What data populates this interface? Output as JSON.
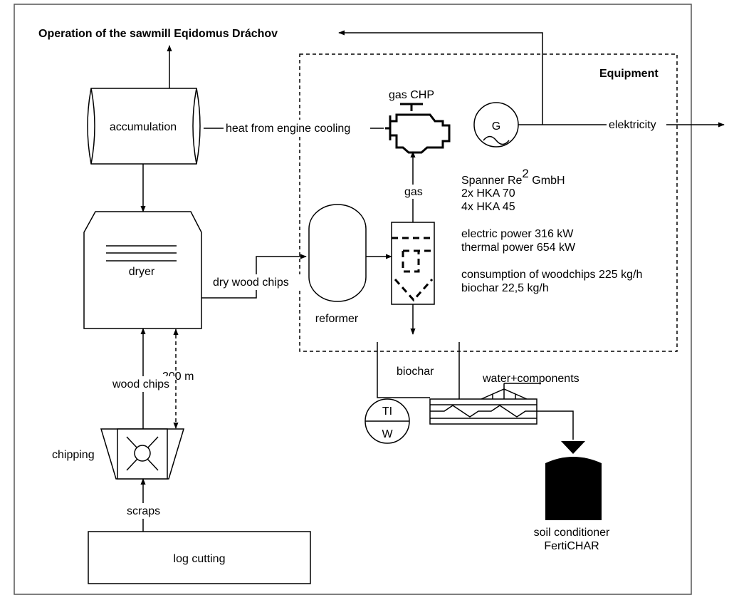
{
  "title": "Operation of the sawmill Eqidomus Dráchov",
  "equipment": {
    "label": "Equipment",
    "chp_label": "gas CHP",
    "generator_symbol": "G",
    "specs": {
      "supplier_prefix": "Spanner Re",
      "supplier_sup": "2",
      "supplier_suffix": " GmbH",
      "line2": "2x HKA 70",
      "line3": "4x HKA 45",
      "electric": "electric power 316 kW",
      "thermal": "thermal power 654 kW",
      "consumption": "consumption of woodchips 225 kg/h",
      "biochar": "biochar 22,5 kg/h"
    }
  },
  "nodes": {
    "accumulation": "accumulation",
    "dryer": "dryer",
    "reformer": "reformer",
    "chipping": "chipping",
    "log_cutting": "log cutting",
    "soil_conditioner_line1": "soil conditioner",
    "soil_conditioner_line2": "FertiCHAR",
    "ti": "TI",
    "w": "W"
  },
  "flows": {
    "heat": "heat from engine cooling",
    "electricity": "elektricity",
    "gas": "gas",
    "dry_wood_chips": "dry wood chips",
    "wood_chips": "wood chips",
    "distance": "200 m",
    "biochar": "biochar",
    "water_components": "water+components",
    "scraps": "scraps"
  }
}
